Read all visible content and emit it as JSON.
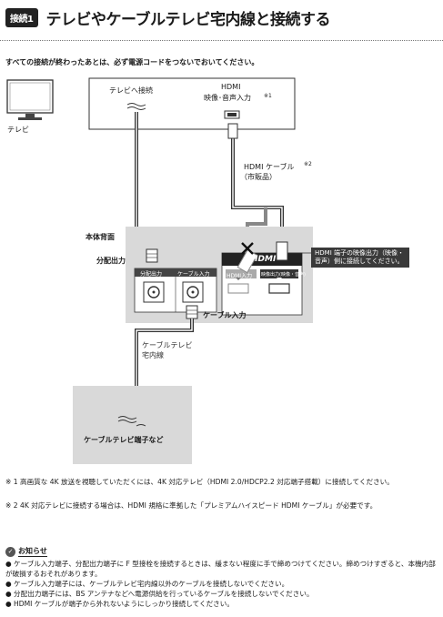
{
  "header": {
    "badge": "接続1",
    "title": "テレビやケーブルテレビ宅内線と接続する"
  },
  "intro": "すべての接続が終わったあとは、必ず電源コードをつないでおいてください。",
  "diagram": {
    "tv_label": "テレビ",
    "tv_input_label": "テレビへ接続",
    "hdmi_label_line1": "HDMI",
    "hdmi_label_line2": "映像･音声入力",
    "hdmi_note_mark": "※1",
    "hdmi_cable_label": "HDMI ケーブル",
    "hdmi_cable_note_mark": "※2",
    "hdmi_cable_sub": "（市販品）",
    "unit_back_label": "本体背面",
    "split_out_label": "分配出力",
    "port_split_out": "分配出力",
    "port_cable_in": "ケーブル入力",
    "cable_in_label": "ケーブル入力",
    "hdmi_logo": "HDMI",
    "port_hdmi_in": "HDMI入力",
    "port_hdmi_out": "映像出力(映像・音声)",
    "hdmi_callout": "HDMI 端子の映像出力（映像・音声）側に接続してください。",
    "cable_line_label_line1": "ケーブルテレビ",
    "cable_line_label_line2": "宅内線",
    "cable_terminal_label": "ケーブルテレビ端子など"
  },
  "notes": [
    "※ 1 高画質な 4K 放送を視聴していただくには、4K 対応テレビ（HDMI 2.0/HDCP2.2 対応端子搭載）に接続してください。",
    "※ 2 4K 対応テレビに接続する場合は、HDMI 規格に準拠した「プレミアムハイスピード HDMI ケーブル」が必要です。"
  ],
  "notice": {
    "title": "お知らせ",
    "items": [
      "ケーブル入力端子、分配出力端子に F 型接栓を接続するときは、緩まない程度に手で締めつけてください。締めつけすぎると、本機内部が破損するおそれがあります。",
      "ケーブル入力端子には、ケーブルテレビ宅内線以外のケーブルを接続しないでください。",
      "分配出力端子には、BS アンテナなどへ電源供給を行っているケーブルを接続しないでください。",
      "HDMI ケーブルが端子から外れないようにしっかり接続してください。"
    ]
  },
  "colors": {
    "panel_gray": "#d9d9d9",
    "cable": "#333333",
    "callout_bg": "#3a3a3a"
  }
}
